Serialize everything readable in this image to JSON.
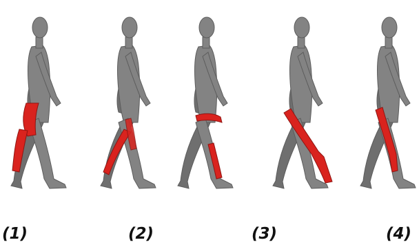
{
  "labels": [
    "(1)",
    "(2)",
    "(3)",
    "(4)"
  ],
  "colors": {
    "background": "#ffffff",
    "body": "#838383",
    "body_outline": "#5c5c5c",
    "muscle": "#d9231e",
    "muscle_dark": "#8e1512",
    "label_text": "#111111"
  }
}
